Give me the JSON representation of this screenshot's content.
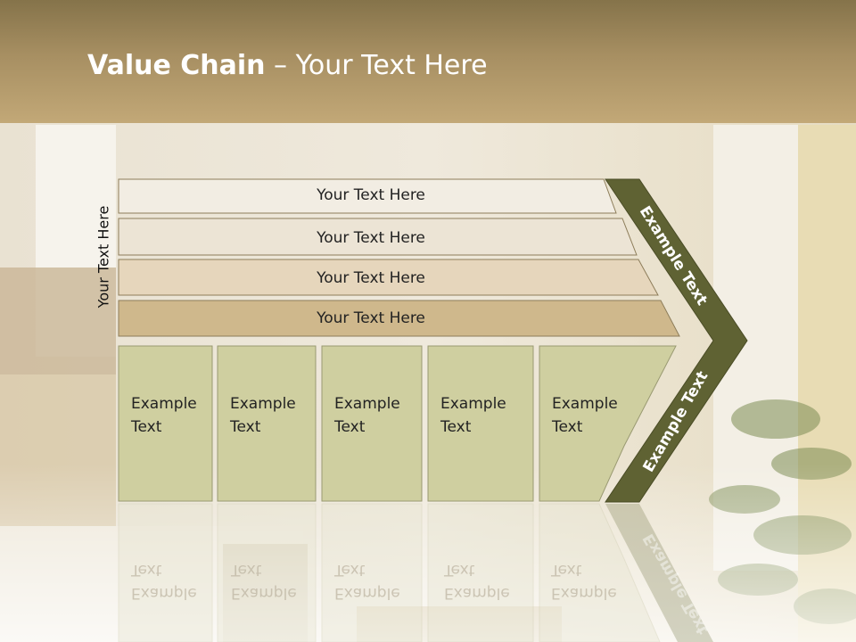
{
  "title": {
    "bold": "Value Chain",
    "rest": " – Your Text Here"
  },
  "side_label": "Your Text Here",
  "rows": [
    "Your Text Here",
    "Your Text Here",
    "Your Text Here",
    "Your Text Here"
  ],
  "cells": [
    {
      "line1": "Example",
      "line2": "Text"
    },
    {
      "line1": "Example",
      "line2": "Text"
    },
    {
      "line1": "Example",
      "line2": "Text"
    },
    {
      "line1": "Example",
      "line2": "Text"
    },
    {
      "line1": "Example",
      "line2": "Text"
    }
  ],
  "chevron": {
    "upper": "Example Text",
    "lower": "Example Text"
  },
  "colors": {
    "title_band": "#a78f62",
    "row_light": "#f2ede3",
    "row_mid": "#e9dcc6",
    "row_dark": "#cfb88c",
    "cell_fill": "#cfcfa0",
    "chevron_fill": "#5f6233"
  }
}
